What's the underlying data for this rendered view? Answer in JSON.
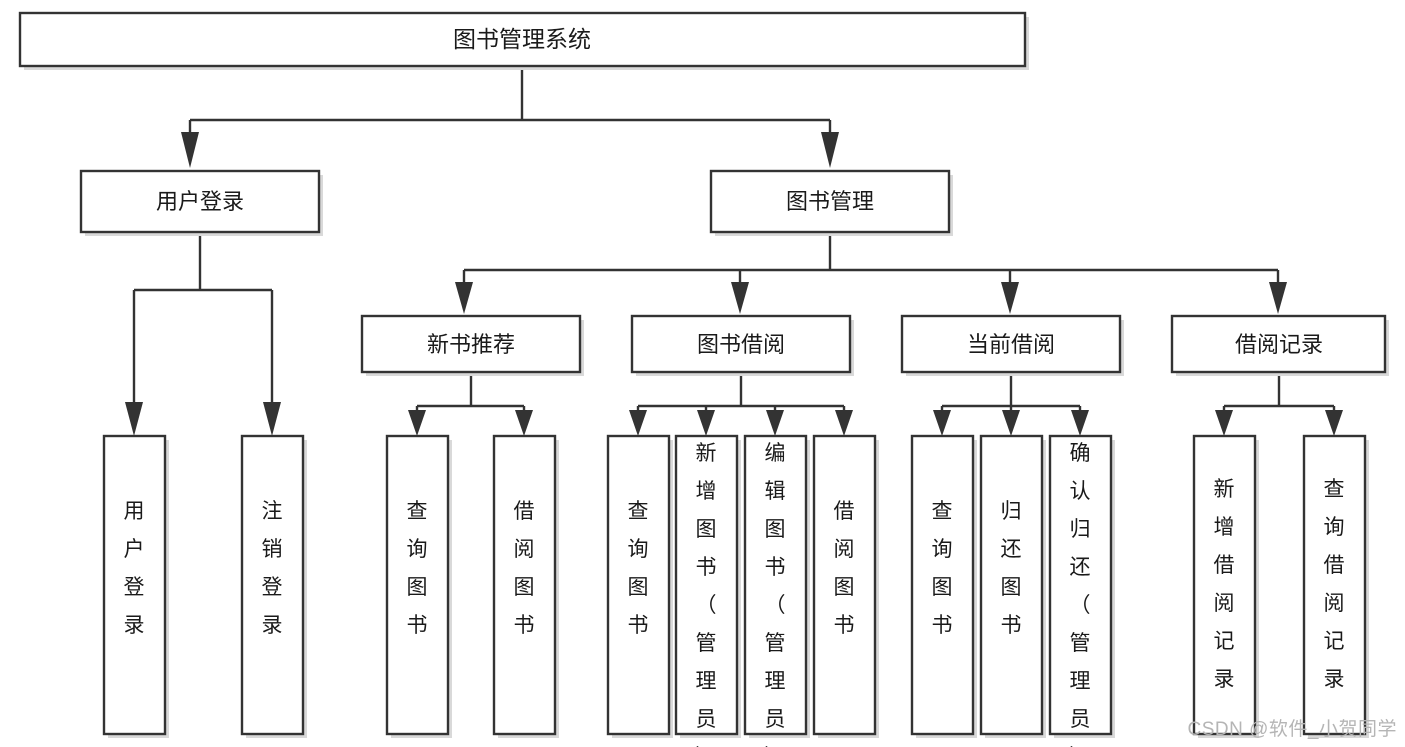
{
  "diagram": {
    "type": "tree",
    "title": "图书管理系统",
    "watermark": "CSDN @软件_小贺同学",
    "colors": {
      "border": "#333333",
      "fill": "#ffffff",
      "text": "#1a1a1a",
      "shadow": "#d9d9d9",
      "watermark": "#b5b5b5",
      "background": "#ffffff"
    },
    "levels": {
      "root": {
        "label": "图书管理系统"
      },
      "level2": [
        {
          "label": "用户登录"
        },
        {
          "label": "图书管理"
        }
      ],
      "level3": [
        {
          "label": "新书推荐"
        },
        {
          "label": "图书借阅"
        },
        {
          "label": "当前借阅"
        },
        {
          "label": "借阅记录"
        }
      ],
      "leaves": {
        "user_login": [
          {
            "label": "用户登录"
          },
          {
            "label": "注销登录"
          }
        ],
        "new_book_recommend": [
          {
            "label": "查询图书"
          },
          {
            "label": "借阅图书"
          }
        ],
        "book_borrow": [
          {
            "label": "查询图书"
          },
          {
            "label": "新增图书（管理员）"
          },
          {
            "label": "编辑图书（管理员）"
          },
          {
            "label": "借阅图书"
          }
        ],
        "current_borrow": [
          {
            "label": "查询图书"
          },
          {
            "label": "归还图书"
          },
          {
            "label": "确认归还（管理员）"
          }
        ],
        "borrow_record": [
          {
            "label": "新增借阅记录"
          },
          {
            "label": "查询借阅记录"
          }
        ]
      }
    }
  }
}
